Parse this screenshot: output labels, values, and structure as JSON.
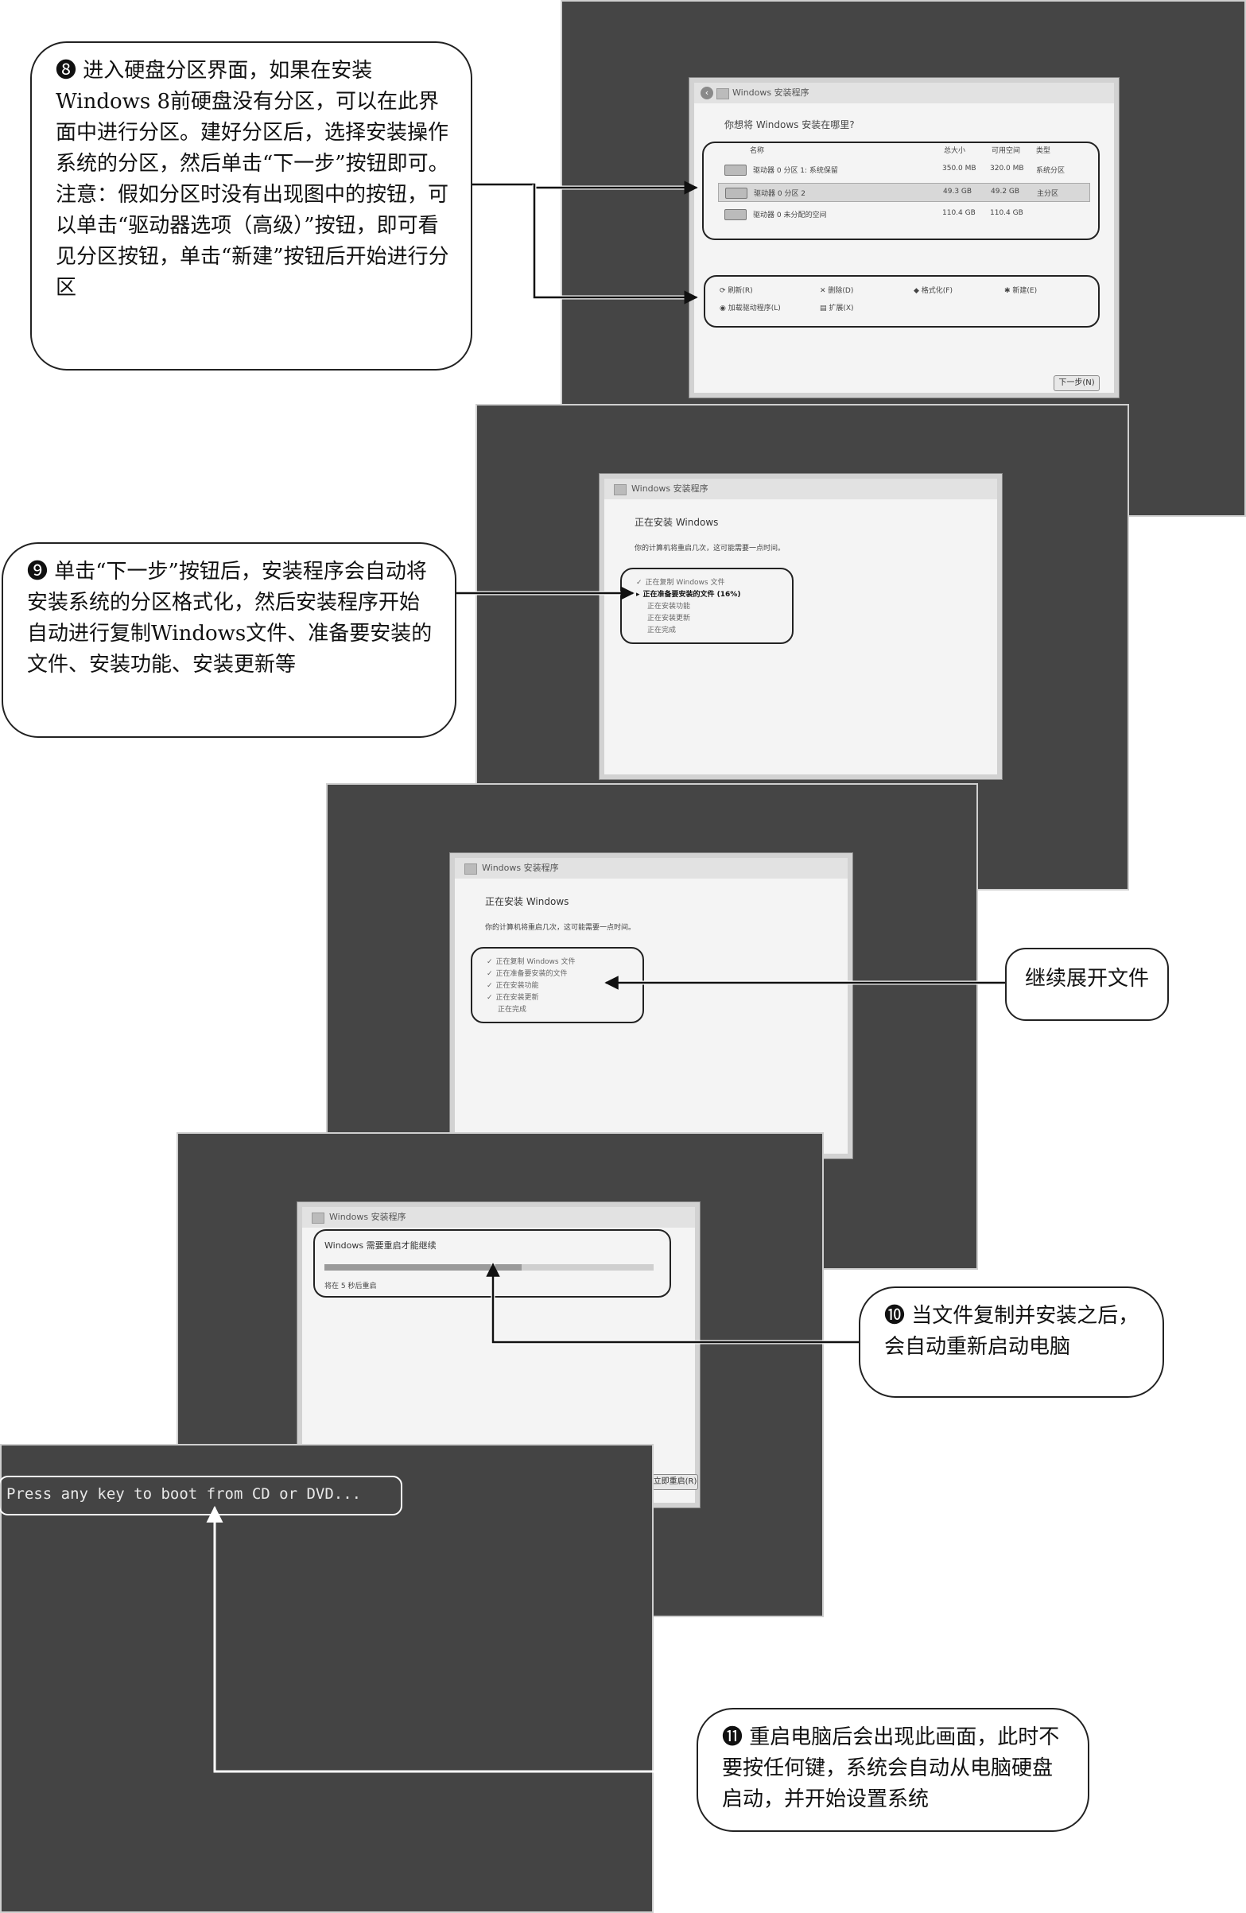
{
  "screen1": {
    "window_title": "Windows 安装程序",
    "question": "你想将 Windows 安装在哪里?",
    "columns": [
      "名称",
      "总大小",
      "可用空间",
      "类型"
    ],
    "rows": [
      {
        "name": "驱动器 0 分区 1: 系统保留",
        "total": "350.0 MB",
        "free": "320.0 MB",
        "type": "系统分区"
      },
      {
        "name": "驱动器 0 分区 2",
        "total": "49.3 GB",
        "free": "49.2 GB",
        "type": "主分区"
      },
      {
        "name": "驱动器 0 未分配的空间",
        "total": "110.4 GB",
        "free": "110.4 GB",
        "type": ""
      }
    ],
    "actions": {
      "refresh": "刷新(R)",
      "delete": "删除(D)",
      "format": "格式化(F)",
      "new": "新建(E)",
      "load_driver": "加载驱动程序(L)",
      "extend": "扩展(X)"
    },
    "next_button": "下一步(N)"
  },
  "screen2": {
    "window_title": "Windows 安装程序",
    "heading": "正在安装 Windows",
    "subtitle": "你的计算机将重启几次，这可能需要一点时间。",
    "steps": [
      "正在复制 Windows 文件",
      "正在准备要安装的文件 (16%)",
      "正在安装功能",
      "正在安装更新",
      "正在完成"
    ]
  },
  "screen3": {
    "window_title": "Windows 安装程序",
    "heading": "正在安装 Windows",
    "subtitle": "你的计算机将重启几次，这可能需要一点时间。",
    "steps": [
      "正在复制 Windows 文件",
      "正在准备要安装的文件",
      "正在安装功能",
      "正在安装更新",
      "正在完成"
    ]
  },
  "screen4": {
    "window_title": "Windows 安装程序",
    "message": "Windows 需要重启才能继续",
    "countdown": "将在 5 秒后重启",
    "restart_button": "立即重启(R)"
  },
  "screen5": {
    "boot_text": "Press any key to boot from CD or DVD..."
  },
  "callouts": {
    "c8": "❽ 进入硬盘分区界面，如果在安装Windows 8前硬盘没有分区，可以在此界面中进行分区。建好分区后，选择安装操作系统的分区，然后单击“下一步”按钮即可。注意：假如分区时没有出现图中的按钮，可以单击“驱动器选项（高级）”按钮，即可看见分区按钮，单击“新建”按钮后开始进行分区",
    "c9": "❾ 单击“下一步”按钮后，安装程序会自动将安装系统的分区格式化，然后安装程序开始自动进行复制Windows文件、准备要安装的文件、安装功能、安装更新等",
    "expand": "继续展开文件",
    "c10": "❿ 当文件复制并安装之后，会自动重新启动电脑",
    "c11": "⓫ 重启电脑后会出现此画面，此时不要按任何键，系统会自动从电脑硬盘启动，并开始设置系统"
  }
}
